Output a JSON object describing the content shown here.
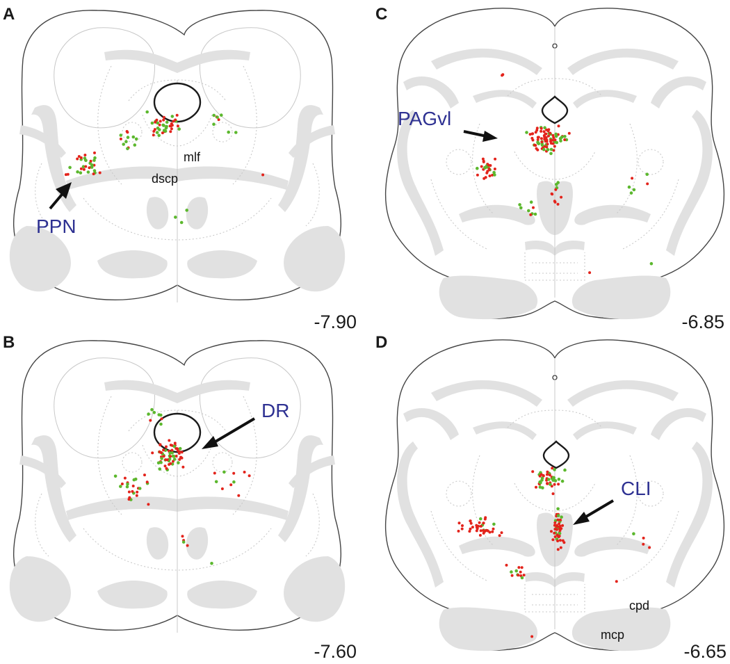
{
  "panels": [
    {
      "letter": "A",
      "coordinate": "-7.90",
      "labels": {
        "region": "PPN",
        "tract1": "mlf",
        "tract2": "dscp"
      }
    },
    {
      "letter": "B",
      "coordinate": "-7.60",
      "labels": {
        "region": "DR"
      }
    },
    {
      "letter": "C",
      "coordinate": "-6.85",
      "labels": {
        "region": "PAGvl"
      }
    },
    {
      "letter": "D",
      "coordinate": "-6.65",
      "labels": {
        "region": "CLI",
        "tract1": "cpd",
        "tract2": "mcp"
      }
    }
  ],
  "colors": {
    "red_marker": "#e3231b",
    "green_marker": "#5cb82e",
    "label_blue": "#2e3192",
    "fiber_gray": "#e1e1e1",
    "outline": "#444444"
  }
}
